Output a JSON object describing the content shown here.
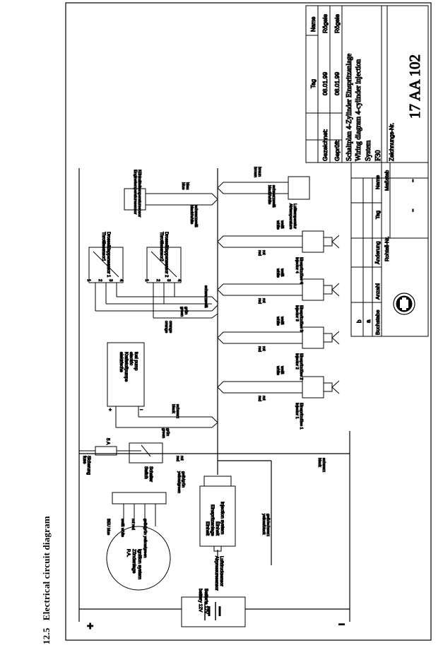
{
  "heading": {
    "number": "12.5",
    "title": "Electrical circuit diagram"
  },
  "title_block": {
    "col_tag": "Tag",
    "col_name": "Name",
    "drawn_label": "Gezeichnet:",
    "drawn_date": "08.01.99",
    "drawn_name": "Rögele",
    "checked_label": "Geprüft:",
    "checked_date": "08.01.99",
    "checked_name": "Rögele",
    "title_de": "Schaltplan 4-Zylinder Einspritzanlage",
    "title_en": "Wiring diagram 4-cylinder injection",
    "system_label": "System",
    "system_value": "F30",
    "drawing_no_label": "Zeichnungs-Nr.",
    "drawing_no": "17 AA 102",
    "scale_label": "Maßstab",
    "scale_value": "-",
    "blank_no_label": "Rohteil-Nr.",
    "blank_no_value": "-",
    "rev_b": "b",
    "rev_a": "a",
    "rev_cols": [
      "Buchstabe",
      "Anzahl",
      "Änderung",
      "Tag",
      "Name"
    ]
  },
  "components": {
    "battery": [
      "Batterie 12V",
      "battery 12V"
    ],
    "alternator": [
      "P.A.",
      "Zündanlage",
      "ignition system"
    ],
    "alternator_terminals": [
      "BEU blue",
      "weiß white",
      "rot red",
      "gelb/grün yellow/green"
    ],
    "ecu": [
      "Einheit",
      "Einspritzanlage",
      "Einheit",
      "injection system"
    ],
    "ecu_caption": [
      "Luftdrucksensor",
      "Airpressuresensor"
    ],
    "fuse": [
      "Sicherung",
      "fuse"
    ],
    "fuse_rating": "5 A",
    "switch": [
      "Schalter",
      "Switch"
    ],
    "pump": [
      "elektrische",
      "Kraftstoffpumpe",
      "electric",
      "fuel pump"
    ],
    "sensor1": [
      "Drosselklappensensor 1",
      "Throttlesensor1"
    ],
    "sensor2": [
      "Drosselklappensensor 2",
      "Throttlesensor2"
    ],
    "temp_sensor": [
      "Kühlmitteltemperatursensor",
      "Enginetemperaturesensor"
    ],
    "air_sensor": [
      "Lufttemperatur",
      "Airtemperature"
    ],
    "injectors": [
      [
        "Einspritzdüse 1",
        "Injector 1"
      ],
      [
        "Einspritzdüse 2",
        "Injector 2"
      ],
      [
        "Einspritzdüse 3",
        "Injector 3"
      ],
      [
        "Einspritzdüse 4",
        "Injector 4"
      ]
    ]
  },
  "wire_labels": {
    "black": [
      "schwarz",
      "black"
    ],
    "red": [
      "rot",
      "red"
    ],
    "white": [
      "weiß",
      "white"
    ],
    "green": [
      "grün",
      "green"
    ],
    "orange": [
      "orange",
      "orange"
    ],
    "blue": [
      "blau",
      "blue"
    ],
    "brown": [
      "braun",
      "brown"
    ],
    "black_white": [
      "schwarzweiß",
      "black/white"
    ],
    "yellow_black": [
      "gelb/schwarz",
      "yellow/black"
    ],
    "yellow_green": [
      "gelb/grün",
      "yellow/green"
    ]
  },
  "terminals": {
    "plus": "+",
    "minus": "−",
    "pin1": "1",
    "pin2": "2",
    "pin3": "3",
    "pin4": "4"
  }
}
